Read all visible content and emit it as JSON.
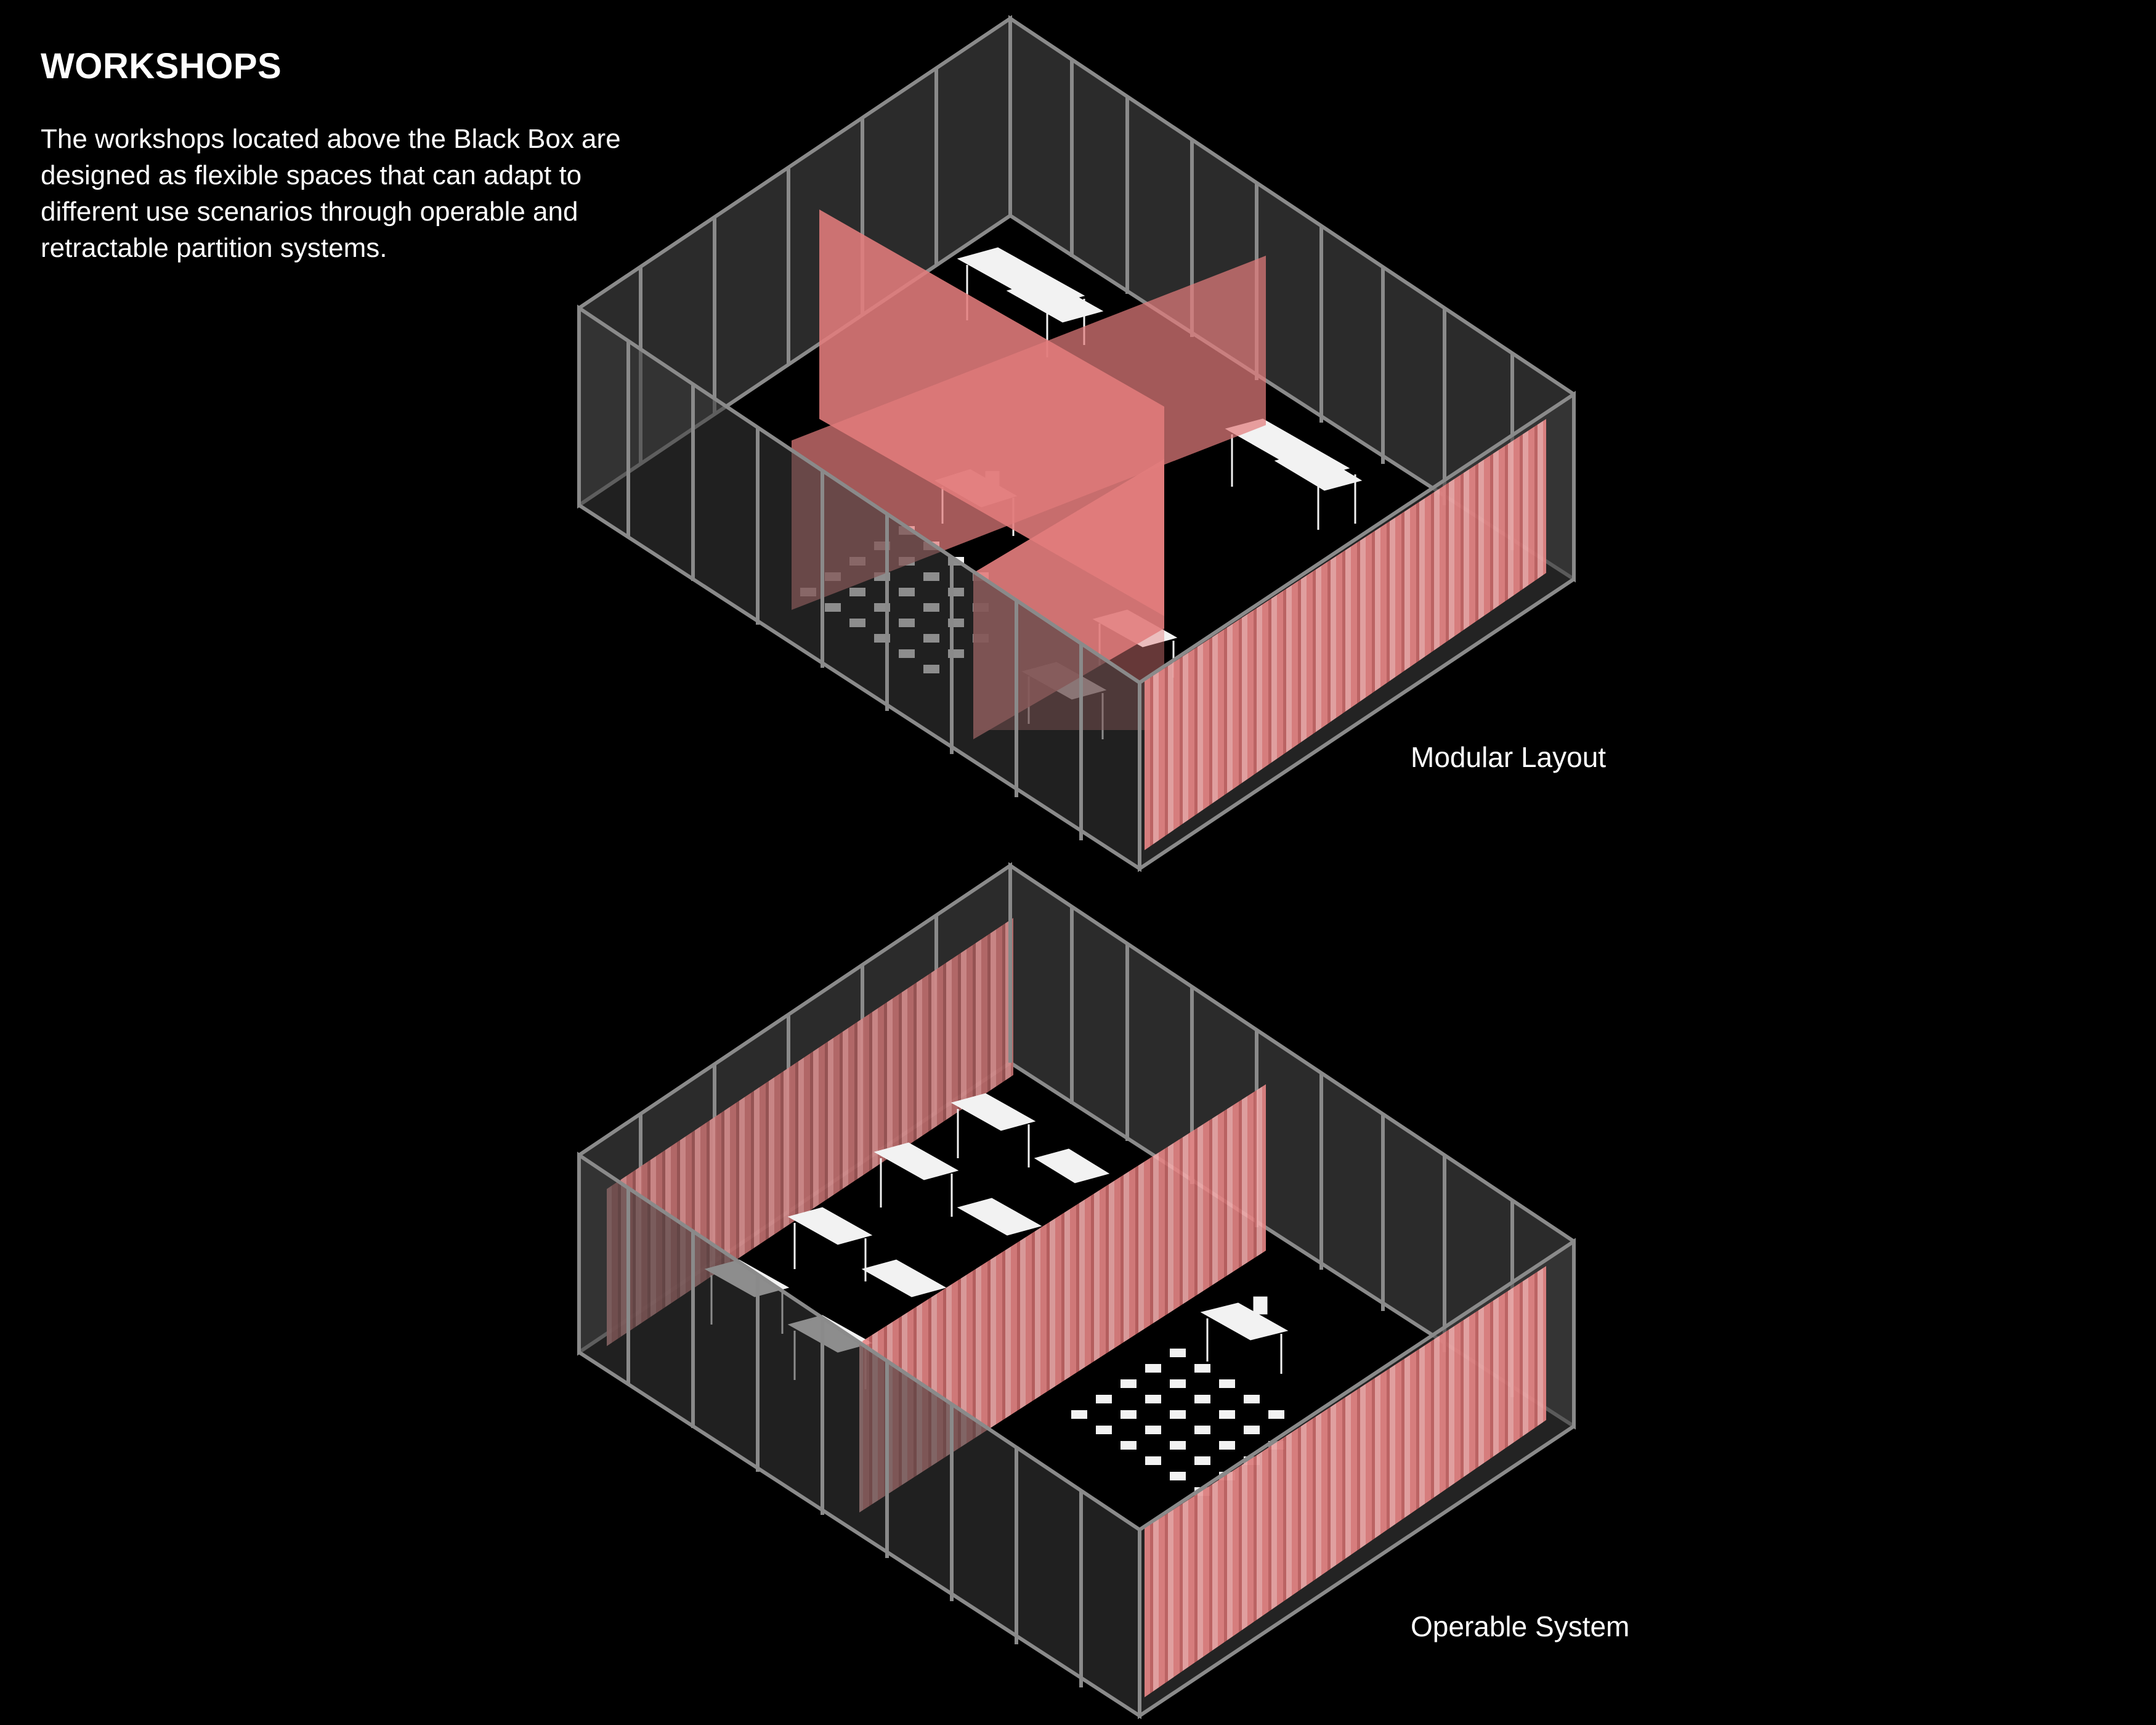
{
  "heading": "WORKSHOPS",
  "intro": "The workshops located above the Black Box are designed as flexible spaces that can adapt to different use scenarios through operable and retractable partition systems.",
  "diagrams": [
    {
      "caption": "Modular Layout"
    },
    {
      "caption": "Operable System"
    }
  ],
  "colors": {
    "background": "#000000",
    "frame": "#8a8a8a",
    "glass": "#3a3a3a",
    "partition": "#e27c7c",
    "furniture": "#f2f2f2"
  }
}
